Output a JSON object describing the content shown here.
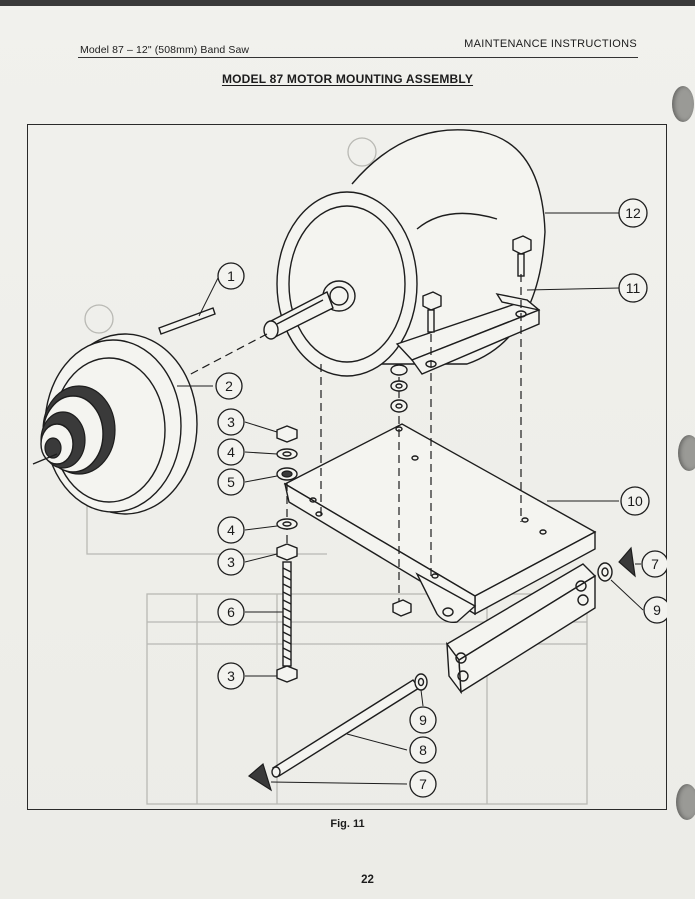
{
  "header": {
    "left": "Model 87 – 12\" (508mm) Band Saw",
    "right": "MAINTENANCE INSTRUCTIONS"
  },
  "title": "MODEL 87 MOTOR MOUNTING ASSEMBLY",
  "figure": {
    "caption": "Fig. 11",
    "callouts": [
      {
        "id": "c1",
        "label": "1"
      },
      {
        "id": "c2",
        "label": "2"
      },
      {
        "id": "c3a",
        "label": "3"
      },
      {
        "id": "c4a",
        "label": "4"
      },
      {
        "id": "c5",
        "label": "5"
      },
      {
        "id": "c4b",
        "label": "4"
      },
      {
        "id": "c3b",
        "label": "3"
      },
      {
        "id": "c6",
        "label": "6"
      },
      {
        "id": "c3c",
        "label": "3"
      },
      {
        "id": "c9a",
        "label": "9"
      },
      {
        "id": "c8",
        "label": "8"
      },
      {
        "id": "c7a",
        "label": "7"
      },
      {
        "id": "c12",
        "label": "12"
      },
      {
        "id": "c11",
        "label": "11"
      },
      {
        "id": "c10",
        "label": "10"
      },
      {
        "id": "c7b",
        "label": "7"
      },
      {
        "id": "c9b",
        "label": "9"
      }
    ]
  },
  "page_number": "22"
}
